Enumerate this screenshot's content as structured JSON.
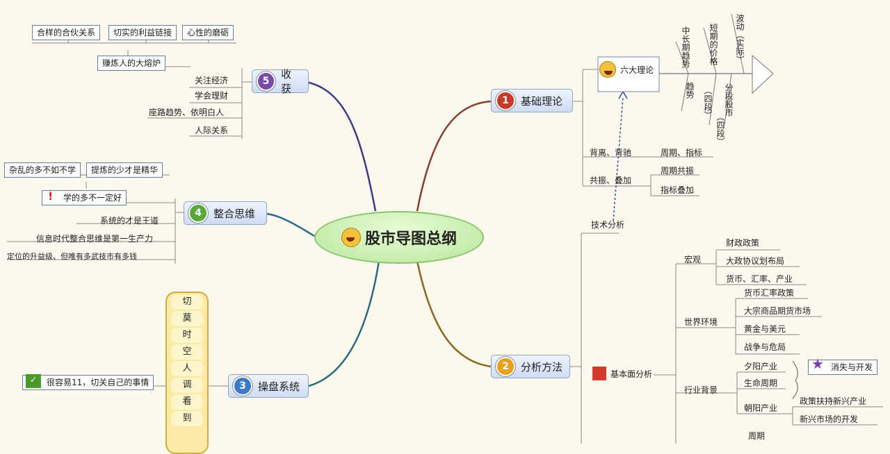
{
  "center": "股市导图总纲",
  "branches": {
    "b1": {
      "num": "1",
      "label": "基础理论"
    },
    "b2": {
      "num": "2",
      "label": "分析方法"
    },
    "b3": {
      "num": "3",
      "label": "操盘系统"
    },
    "b4": {
      "num": "4",
      "label": "整合思维"
    },
    "b5": {
      "num": "5",
      "label": "收获"
    }
  },
  "harvest": {
    "top": [
      "合样的合伙关系",
      "切实的利益链接",
      "心性的磨砺"
    ],
    "mid": "赚炼人的大熔炉",
    "items": [
      "关注经济",
      "学会理财",
      "座路趋势、依明白人",
      "人际关系"
    ]
  },
  "integrate": {
    "top": [
      "杂乱的多不如不学",
      "提炼的少才是精华"
    ],
    "warn": "学的多不一定好",
    "items": [
      "系统的才是王道",
      "信息时代整合思维是第一生产力",
      "定位的升益级、但唯有多武技市有多钱"
    ]
  },
  "operate": {
    "check": "很容易11，切关自己的事情",
    "column": [
      "切",
      "莫",
      "时",
      "空",
      "人",
      "调",
      "看",
      "到"
    ]
  },
  "theory": {
    "six": "六大理论",
    "fish_top": [
      "中长期趋势",
      "短期的价格",
      "波动（实际）"
    ],
    "fish_bottom": [
      "趋势",
      "（四段）",
      "分段股市",
      "（四段）"
    ],
    "relations": [
      {
        "left": "背离、背驰",
        "right": "周期、指标"
      },
      {
        "left": "共振、叠加",
        "right": "周期共振"
      }
    ],
    "extra": "指标叠加",
    "tech": "技术分析"
  },
  "analysis": {
    "fund": "基本面分析",
    "macro": "宏观",
    "macro_items": [
      "财政政策",
      "大政协议划布局",
      "货币、汇率、产业"
    ],
    "world": "世界环境",
    "world_items": [
      "货币汇率政策",
      "大宗商品期货市场",
      "黄金与美元",
      "战争与危局"
    ],
    "industry": "行业背景",
    "ind_a": "夕阳产业",
    "ind_b": "朝阳产业",
    "cycle": "生命周期",
    "star": "消失与开发",
    "sun_items": [
      "政策扶持新兴产业",
      "新兴市场的开发"
    ],
    "bottom": "周期"
  }
}
